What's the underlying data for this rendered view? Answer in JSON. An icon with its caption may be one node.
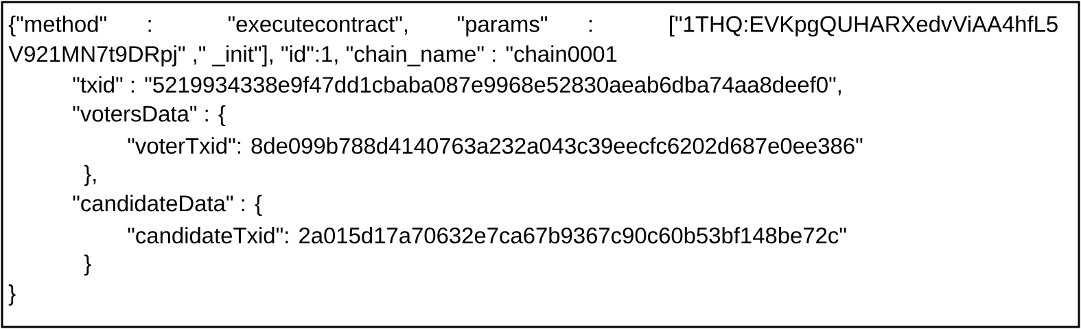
{
  "diagram": {
    "nodes": [
      {
        "text": [
          "{\"method\" : \"executecontract\", \"params\" : [\"1THQ:EVKpgQUHARXedvViAA4hfL5",
          "V921MN7t9DRpj\" ,\" _init\"], \"id\":1, \"chain_name\" : \"chain0001",
          "\"txid\" : \"5219934338e9f47dd1cbaba087e9968e52830aeab6dba74aa8deef0\",",
          "\"votersData\" : {",
          "\"voterTxid\": 8de099b788d4140763a232a043c39eecfc6202d687e0ee386\"",
          "},",
          "\"candidateData\" : {",
          "\"candidateTxid\": 2a015d17a70632e7ca67b9367c90c60b53bf148be72c\"",
          "}",
          "}"
        ]
      }
    ]
  }
}
